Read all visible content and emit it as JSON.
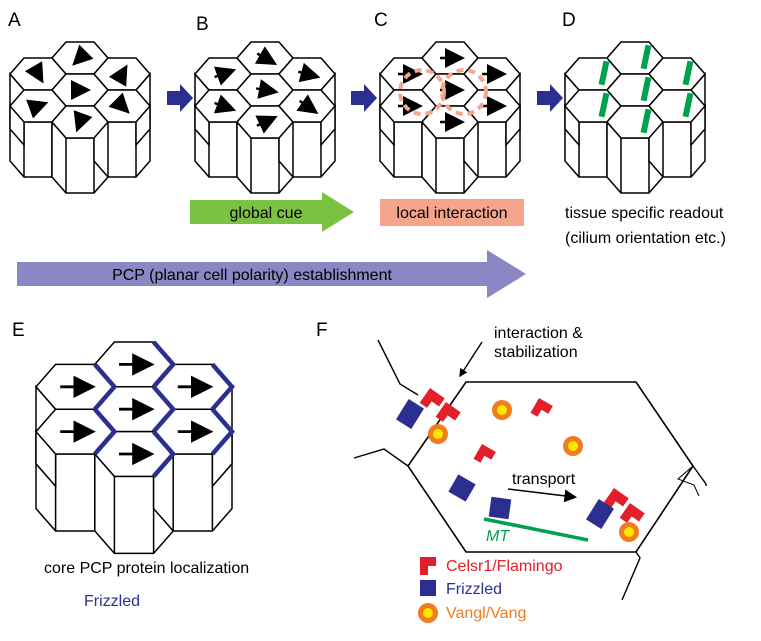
{
  "panels": {
    "a": "A",
    "b": "B",
    "c": "C",
    "d": "D",
    "e": "E",
    "f": "F"
  },
  "arrows": {
    "global_cue": "global cue",
    "local_interaction": "local interaction",
    "pcp_establishment": "PCP (planar cell polarity) establishment"
  },
  "readout": {
    "line1": "tissue specific readout",
    "line2": "(cilium orientation etc.)"
  },
  "panel_e": {
    "caption": "core PCP protein localization",
    "frizzled_label": "Frizzled"
  },
  "panel_f": {
    "interaction_line1": "interaction &",
    "interaction_line2": "stabilization",
    "transport": "transport",
    "mt": "MT"
  },
  "legend": {
    "celsr": "Celsr1/Flamingo",
    "frizzled": "Frizzled",
    "vangl": "Vangl/Vang"
  },
  "colors": {
    "frizzled_blue": "#2b2f8f",
    "celsr_red": "#e3202a",
    "vangl_orange": "#f07c1e",
    "vangl_yellow": "#ffe600",
    "global_cue_green": "#7cc242",
    "local_interaction_salmon": "#f4a58b",
    "pcp_purple": "#8b86c4",
    "cilium_green": "#00a14b",
    "mt_green": "#00a14b",
    "arrow_navy": "#2b2f8f"
  }
}
